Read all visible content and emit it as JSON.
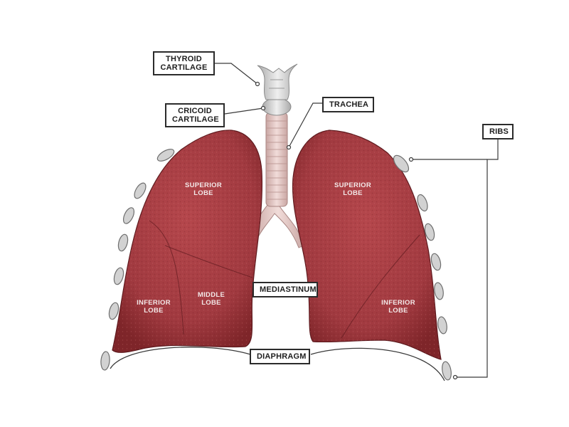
{
  "labels": {
    "thyroid_cartilage": [
      "THYROID",
      "CARTILAGE"
    ],
    "cricoid_cartilage": [
      "CRICOID",
      "CARTILAGE"
    ],
    "trachea": "TRACHEA",
    "ribs": "RIBS",
    "mediastinum": "MEDIASTINUM",
    "diaphragm": "DIAPHRAGM"
  },
  "lobes": {
    "right_superior": [
      "SUPERIOR",
      "LOBE"
    ],
    "right_middle": [
      "MIDDLE",
      "LOBE"
    ],
    "right_inferior": [
      "INFERIOR",
      "LOBE"
    ],
    "left_superior": [
      "SUPERIOR",
      "LOBE"
    ],
    "left_inferior": [
      "INFERIOR",
      "LOBE"
    ]
  },
  "colors": {
    "lung": "#a83a40",
    "lung_dark": "#7e2529",
    "trachea": "#e6c9c6",
    "cartilage": "#d9d9d9",
    "rib": "#c9c9c9",
    "leader": "#3a3a3a"
  }
}
